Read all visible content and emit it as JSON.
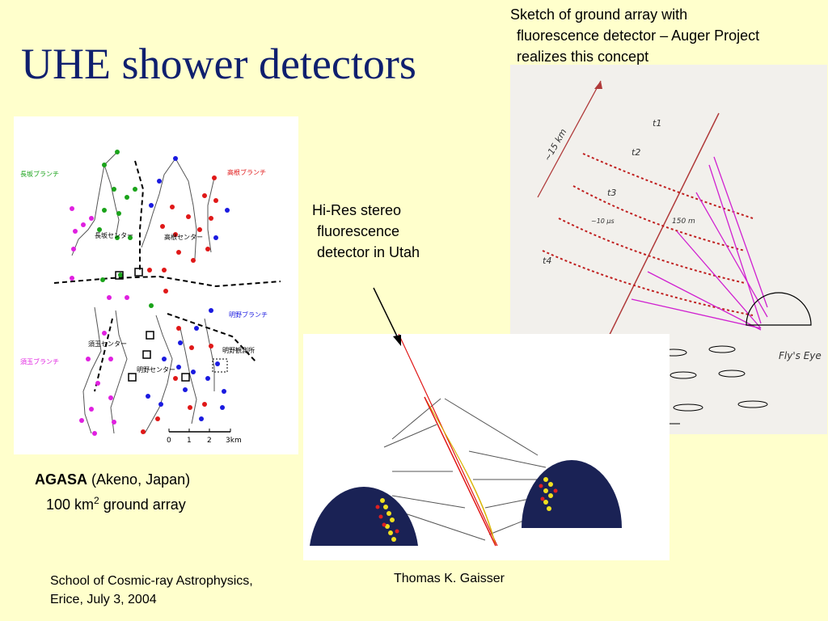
{
  "slide": {
    "title": "UHE shower detectors",
    "sketch_caption": {
      "line1": "Sketch of ground array with",
      "line2": "fluorescence detector – Auger Project",
      "line3": "realizes this concept"
    },
    "hires_caption": {
      "line1": "Hi-Res stereo",
      "line2": "fluorescence",
      "line3": "detector in Utah"
    },
    "agasa_caption": {
      "name": "AGASA",
      "location": "(Akeno, Japan)",
      "area": "100 km",
      "area_exp": "2",
      "area_rest": " ground array"
    },
    "footer": {
      "left_line1": "School of Cosmic-ray Astrophysics,",
      "left_line2": "Erice, July 3, 2004",
      "right": "Thomas K. Gaisser"
    }
  },
  "agasa_map": {
    "labels": {
      "nagasaka": "長坂ブランチ",
      "takane": "高根ブランチ",
      "akeno_branch": "明野ブランチ",
      "sudama_branch": "須玉ブランチ",
      "nagasaka_center": "長坂センター",
      "takane_center": "高根センター",
      "sudama_center": "須玉センター",
      "akeno_center": "明野センター",
      "observatory": "明野観測所"
    },
    "scale": {
      "ticks": [
        "0",
        "1",
        "2",
        "3km"
      ]
    },
    "colors": {
      "green": "#1aa31a",
      "red": "#e01818",
      "blue": "#1a1ae0",
      "magenta": "#e020e0"
    }
  },
  "flys_eye_sketch": {
    "labels": {
      "distance": "~15 km",
      "t1": "t1",
      "t2": "t2",
      "t3": "t3",
      "t4": "t4",
      "time": "~10 μs",
      "length": "150 m",
      "eye": "Fly's Eye",
      "km": "km"
    }
  }
}
